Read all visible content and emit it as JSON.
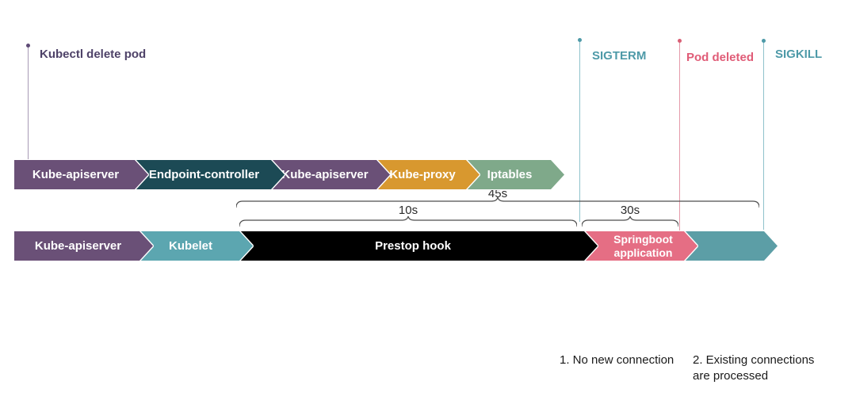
{
  "diagram": {
    "markers": {
      "kubectl": "Kubectl delete pod",
      "sigterm": "SIGTERM",
      "pod_deleted": "Pod deleted",
      "sigkill": "SIGKILL"
    },
    "row1": {
      "segments": [
        {
          "label": "Kube-apiserver",
          "color": "#6A5077"
        },
        {
          "label": "Endpoint-controller",
          "color": "#1C4A55"
        },
        {
          "label": "Kube-apiserver",
          "color": "#6A5077"
        },
        {
          "label": "Kube-proxy",
          "color": "#D8982F"
        },
        {
          "label": "Iptables",
          "color": "#7FA98A"
        }
      ]
    },
    "row2": {
      "segments": [
        {
          "label": "Kube-apiserver",
          "color": "#6A5077"
        },
        {
          "label": "Kubelet",
          "color": "#5CA6B0"
        },
        {
          "label": "Prestop hook",
          "color": "#000000"
        },
        {
          "label": "Springboot application",
          "color": "#E56E84"
        },
        {
          "label": "",
          "color": "#5C9EA6"
        }
      ]
    },
    "durations": {
      "total": "45s",
      "prestop": "10s",
      "grace": "30s"
    },
    "notes": {
      "no_new_connection": "1. No new connection",
      "existing_connections_line1": "2. Existing connections",
      "existing_connections_line2": "are processed"
    },
    "colors": {
      "kubectl_text": "#4E4268",
      "sig_text": "#4E9AA8",
      "pod_deleted_text": "#E05C77"
    }
  }
}
